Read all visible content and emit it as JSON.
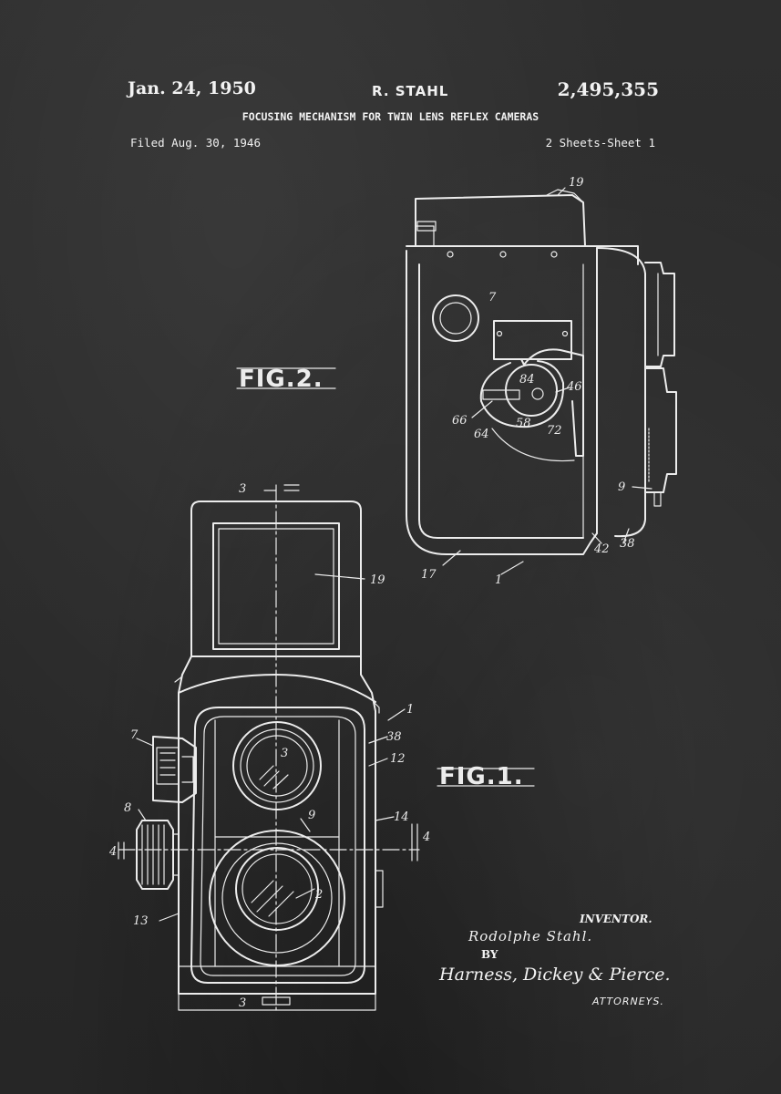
{
  "header": {
    "date": "Jan. 24, 1950",
    "inventor": "R. STAHL",
    "patent_number": "2,495,355",
    "title": "FOCUSING MECHANISM FOR TWIN LENS REFLEX CAMERAS",
    "filed": "Filed Aug. 30, 1946",
    "sheets": "2 Sheets-Sheet 1"
  },
  "figures": {
    "fig1_label": "FIG.1.",
    "fig2_label": "FIG.2."
  },
  "fig2_refs": [
    "19",
    "7",
    "84",
    "46",
    "66",
    "64",
    "58",
    "72",
    "9",
    "42",
    "38",
    "17",
    "1"
  ],
  "fig1_refs": [
    "3",
    "19",
    "1",
    "38",
    "12",
    "7",
    "3",
    "8",
    "9",
    "14",
    "4",
    "4",
    "2",
    "13",
    "3"
  ],
  "signature": {
    "inventor_label": "INVENTOR.",
    "inventor_name": "Rodolphe Stahl.",
    "by": "BY",
    "attorney_name": "Harness, Dickey & Pierce.",
    "attorneys_label": "ATTORNEYS."
  }
}
